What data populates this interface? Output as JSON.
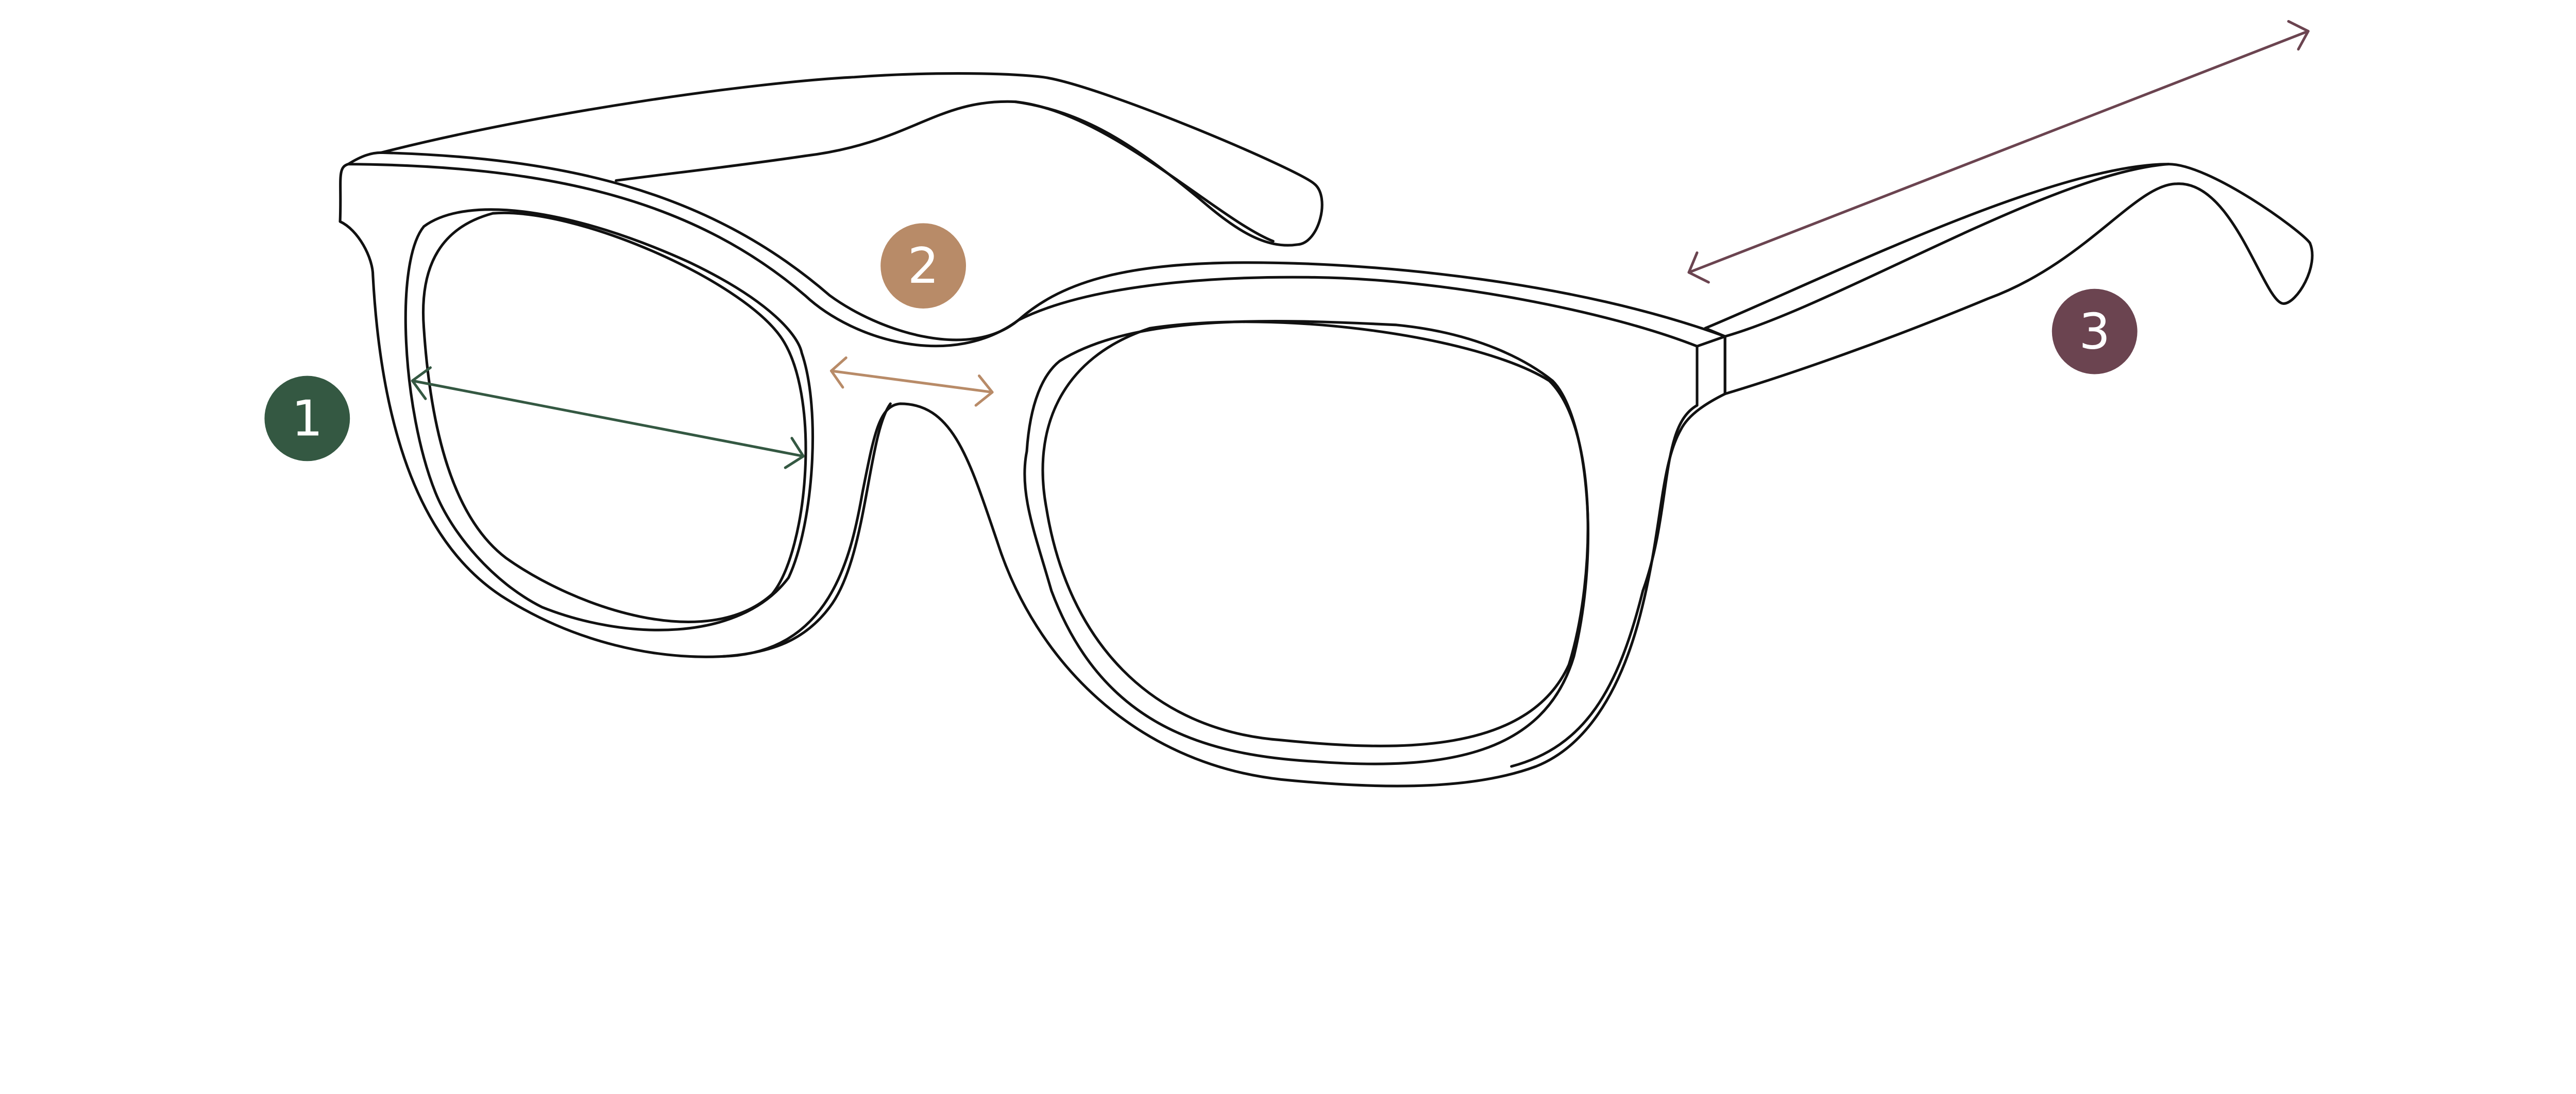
{
  "colors": {
    "measure_1": "#345842",
    "measure_2": "#b88b68",
    "measure_3": "#6b4450",
    "outline": "#111111"
  },
  "measurements": [
    {
      "label": "1",
      "meaning": "lens-width"
    },
    {
      "label": "2",
      "meaning": "bridge-width"
    },
    {
      "label": "3",
      "meaning": "temple-length"
    }
  ]
}
